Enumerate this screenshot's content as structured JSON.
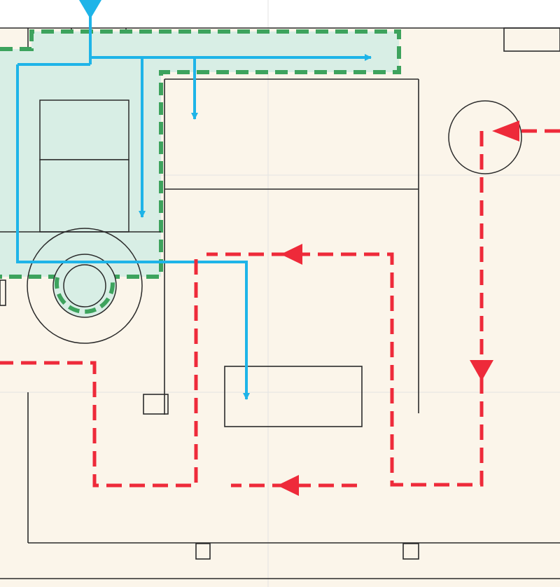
{
  "colors": {
    "background": "#ffffff",
    "floor_fill": "#fbf5ea",
    "zone_fill": "#d8eee5",
    "zone_border": "#3da35d",
    "wall": "#2b2b2b",
    "grid_line": "#e3e3e3",
    "blue_flow": "#1eb4e8",
    "red_flow": "#ee2a3a"
  },
  "diagram": {
    "zone": {
      "name": "highlighted-zone",
      "style": "dashed-outline"
    },
    "flows": [
      {
        "name": "blue-flow",
        "color": "blue",
        "line": "solid",
        "arrows": 5
      },
      {
        "name": "red-flow",
        "color": "red",
        "line": "dashed",
        "arrows": 4
      }
    ],
    "icons": [
      "down-arrow-icon",
      "right-arrow-icon",
      "left-arrow-icon"
    ]
  }
}
